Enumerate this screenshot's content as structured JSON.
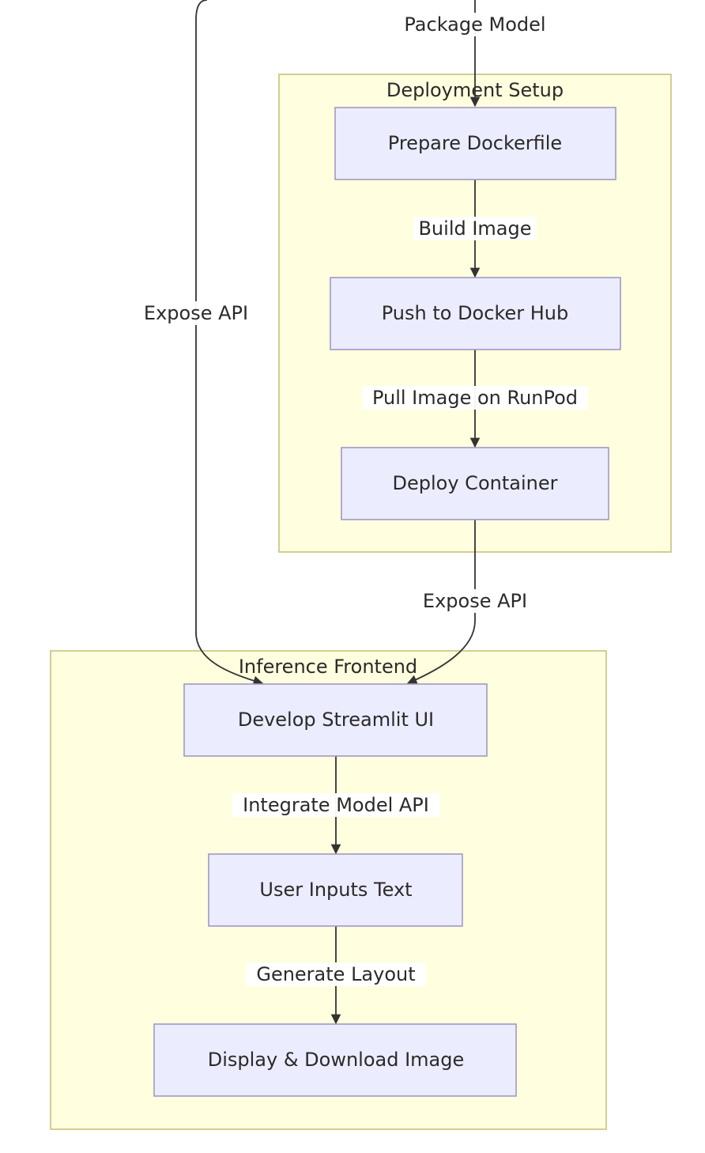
{
  "diagram": {
    "type": "flowchart",
    "clusters": {
      "deployment": {
        "title": "Deployment Setup"
      },
      "frontend": {
        "title": "Inference Frontend"
      }
    },
    "nodes": {
      "prepare_dockerfile": "Prepare Dockerfile",
      "push_docker_hub": "Push to Docker Hub",
      "deploy_container": "Deploy Container",
      "develop_streamlit": "Develop Streamlit UI",
      "user_inputs": "User Inputs Text",
      "display_download": "Display & Download Image"
    },
    "edges": {
      "package_model": "Package Model",
      "build_image": "Build Image",
      "pull_image": "Pull Image on RunPod",
      "expose_api_left": "Expose API",
      "expose_api_right": "Expose API",
      "integrate_api": "Integrate Model API",
      "generate_layout": "Generate Layout"
    },
    "colors": {
      "cluster_fill": "#fffede",
      "cluster_stroke": "#c8c27a",
      "node_fill": "#ececff",
      "node_stroke": "#9f9ac5",
      "edge": "#333333"
    }
  }
}
